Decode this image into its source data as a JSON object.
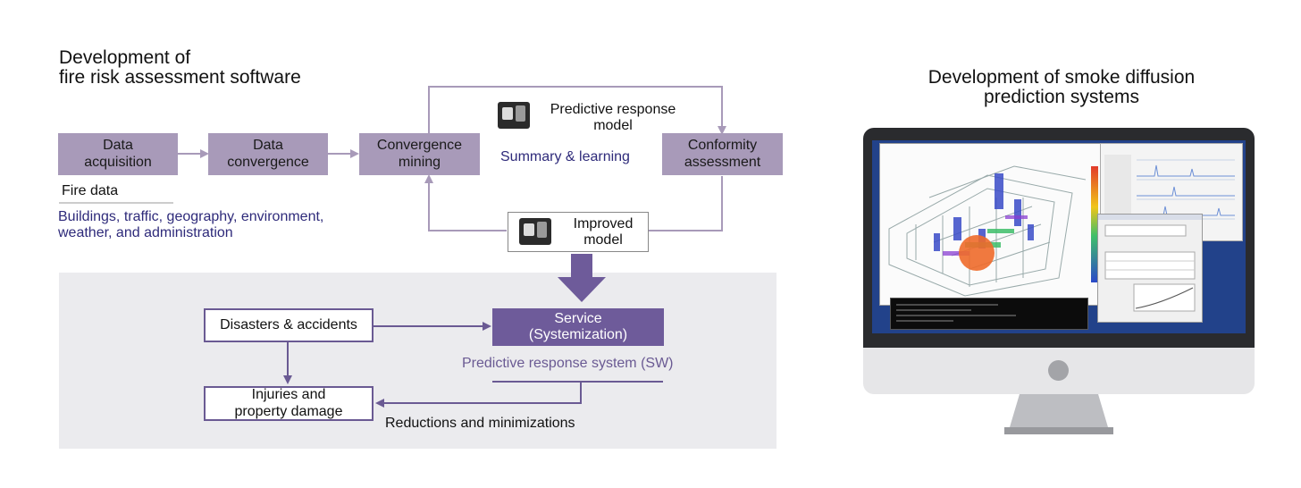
{
  "left": {
    "title": "Development of\nfire risk assessment software",
    "boxes": {
      "data_acquisition": "Data\nacquisition",
      "data_convergence": "Data\nconvergence",
      "convergence_mining": "Convergence\nmining",
      "conformity_assessment": "Conformity\nassessment"
    },
    "predictive_model": "Predictive response\nmodel",
    "summary_learning": "Summary & learning",
    "improved_model": "Improved\nmodel",
    "fire_data": "Fire data",
    "fire_data_detail": "Buildings, traffic, geography, environment,\nweather, and administration",
    "service": "Service\n(Systemization)",
    "predictive_system": "Predictive response system (SW)",
    "disasters": "Disasters & accidents",
    "injuries": "Injuries and\nproperty damage",
    "reductions": "Reductions and minimizations"
  },
  "right": {
    "title": "Development of smoke diffusion\nprediction systems"
  },
  "colors": {
    "box_fill": "#a89ab9",
    "service_fill": "#6e5b9a",
    "arrow": "#a89ab9",
    "dark_arrow": "#6a5a93",
    "panel": "#ebebee",
    "navy_text": "#2e2a7a",
    "purple_text": "#6a5a93"
  }
}
